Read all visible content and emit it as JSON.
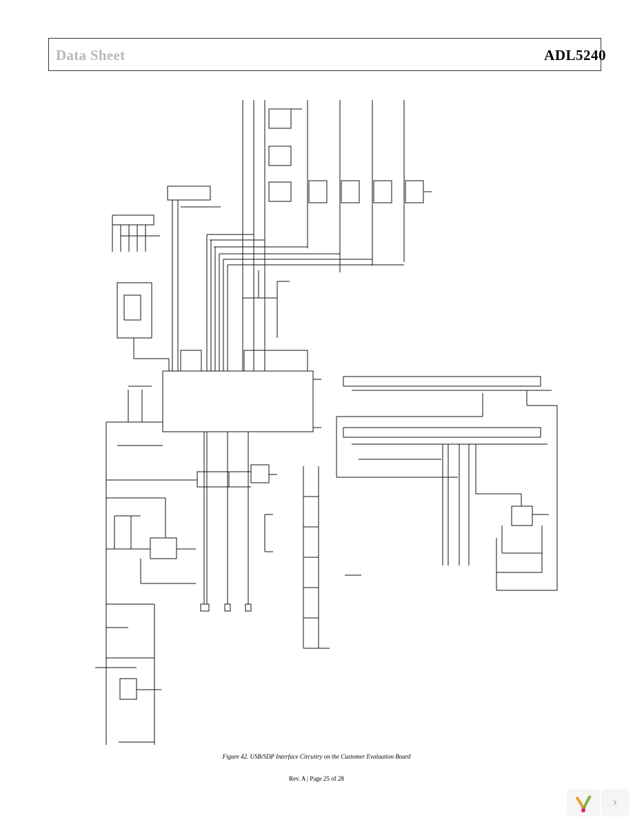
{
  "header": {
    "doc_type": "Data Sheet",
    "part_number": "ADL5240"
  },
  "figure": {
    "caption": "Figure 42. USB/SDP Interface Circuitry on the Customer Evaluation Board"
  },
  "footer": {
    "page_text": "Rev. A | Page 25 of 28"
  },
  "viewer": {
    "next_icon": "chevron-right-icon",
    "logo_icon": "viewer-logo-icon"
  }
}
